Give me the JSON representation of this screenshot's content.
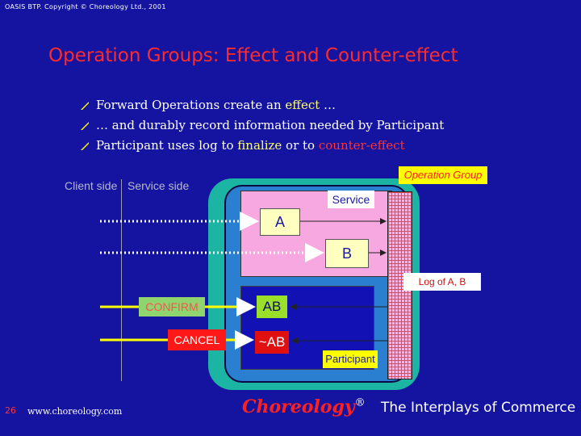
{
  "header": {
    "copyright": "OASIS BTP. Copyright © Choreology Ltd., 2001"
  },
  "slide": {
    "title": "Operation Groups: Effect and Counter-effect",
    "bullets": [
      {
        "parts": [
          {
            "text": "Forward Operations create an ",
            "color": "white"
          },
          {
            "text": "effect",
            "color": "yellow"
          },
          {
            "text": " …",
            "color": "white"
          }
        ]
      },
      {
        "parts": [
          {
            "text": "… and durably record information needed by Participant",
            "color": "white"
          }
        ]
      },
      {
        "parts": [
          {
            "text": "Participant uses log to ",
            "color": "white"
          },
          {
            "text": "finalize",
            "color": "yellow"
          },
          {
            "text": " or to ",
            "color": "white"
          },
          {
            "text": "counter-effect",
            "color": "red"
          }
        ]
      }
    ]
  },
  "diagram": {
    "client_side": "Client side",
    "service_side": "Service side",
    "operation_group": "Operation Group",
    "service": "Service",
    "box_a": "A",
    "box_b": "B",
    "log_label": "Log of A, B",
    "confirm": "CONFIRM",
    "cancel": "CANCEL",
    "ab": "AB",
    "not_ab": "~AB",
    "participant": "Participant"
  },
  "footer": {
    "page_number": "26",
    "url": "www.choreology.com",
    "logo": "Choreology",
    "logo_mark": "®",
    "tagline": "The Interplays of Commerce"
  },
  "colors": {
    "background": "#1414a0",
    "title": "#ff2a2a",
    "highlight_yellow": "#ffff66",
    "highlight_red": "#ff3333",
    "outer_group": "#1cb5a3",
    "service_fill": "#f7a8e0",
    "participant_fill": "#1212b4"
  }
}
